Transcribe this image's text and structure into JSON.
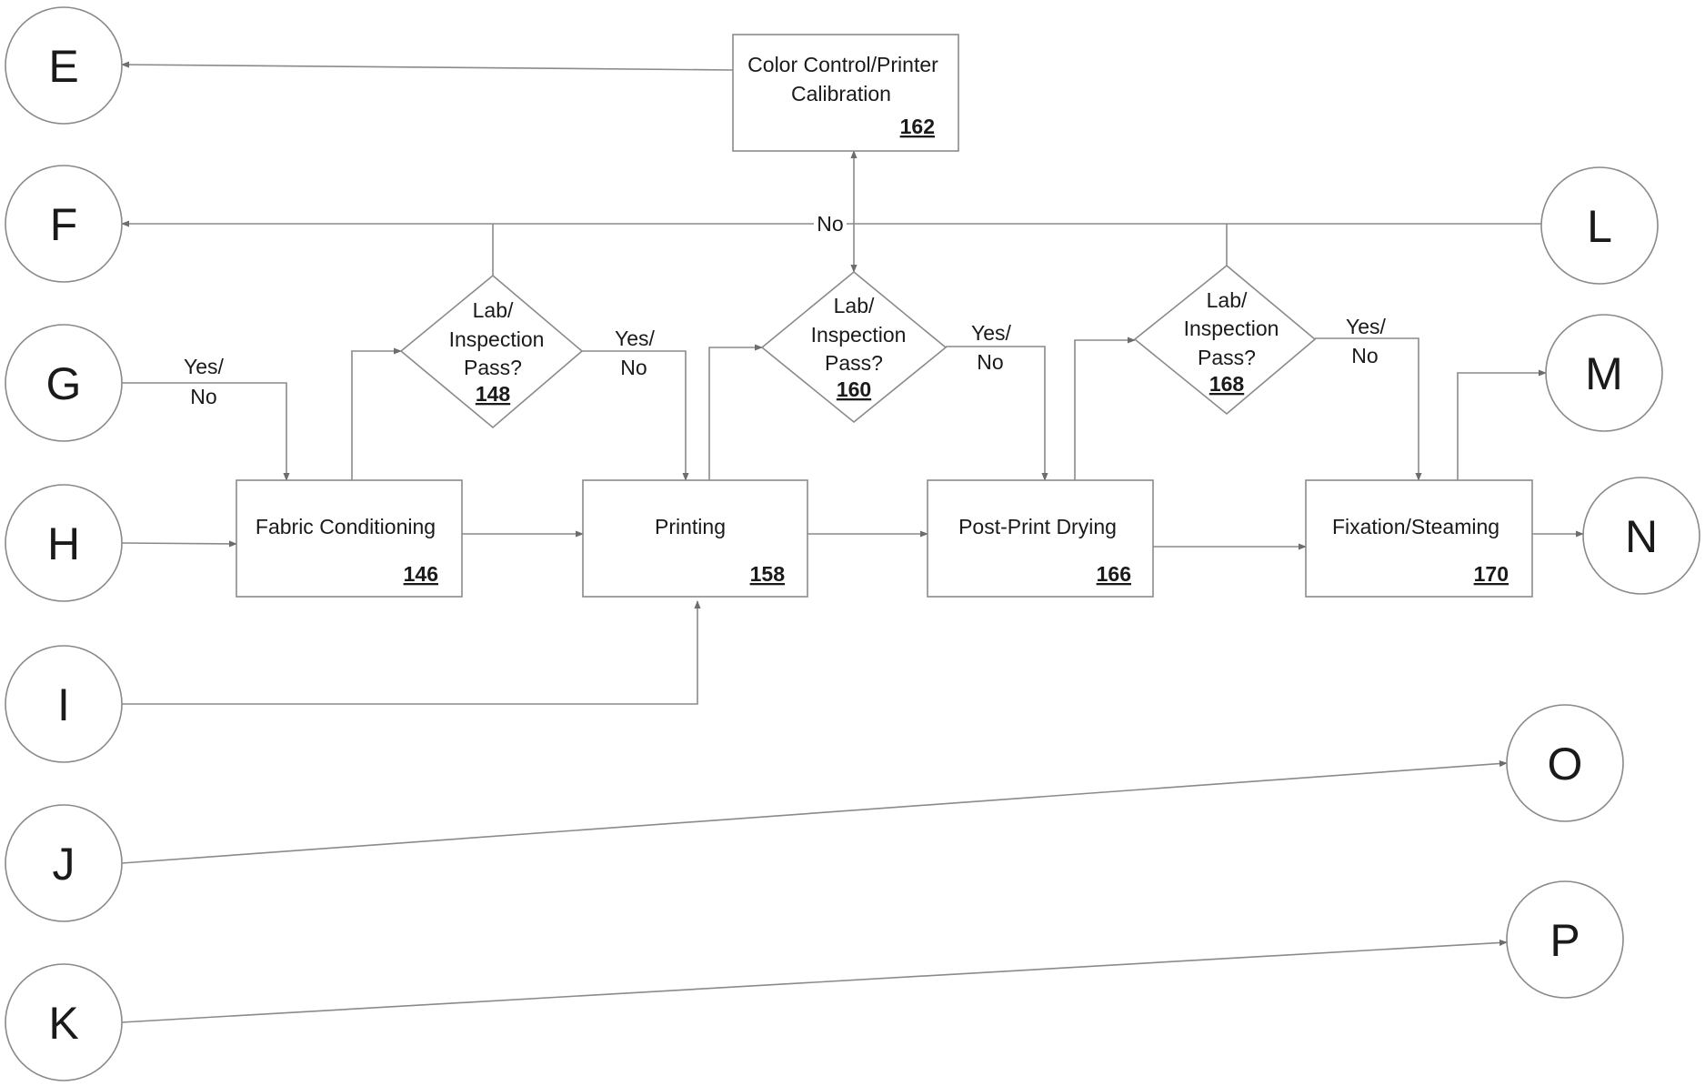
{
  "connectors": {
    "E": "E",
    "F": "F",
    "G": "G",
    "H": "H",
    "I": "I",
    "J": "J",
    "K": "K",
    "L": "L",
    "M": "M",
    "N": "N",
    "O": "O",
    "P": "P"
  },
  "steps": {
    "fabric_conditioning": {
      "label": "Fabric Conditioning",
      "ref": "146"
    },
    "printing": {
      "label": "Printing",
      "ref": "158"
    },
    "post_print_drying": {
      "label": "Post-Print Drying",
      "ref": "166"
    },
    "fixation_steaming": {
      "label": "Fixation/Steaming",
      "ref": "170"
    },
    "color_control": {
      "label_lines": [
        "Color Control/Printer",
        "Calibration"
      ],
      "ref": "162"
    }
  },
  "decisions": {
    "d148": {
      "lines": [
        "Lab/",
        "Inspection",
        "Pass?"
      ],
      "ref": "148"
    },
    "d160": {
      "lines": [
        "Lab/",
        "Inspection",
        "Pass?"
      ],
      "ref": "160"
    },
    "d168": {
      "lines": [
        "Lab/",
        "Inspection",
        "Pass?"
      ],
      "ref": "168"
    }
  },
  "edge_labels": {
    "no": "No",
    "yes_no_g": [
      "Yes/",
      "No"
    ],
    "yes_no_148": [
      "Yes/",
      "No"
    ],
    "yes_no_160": [
      "Yes/",
      "No"
    ],
    "yes_no_168": [
      "Yes/",
      "No"
    ]
  },
  "colors": {
    "stroke": "#8a8a8a",
    "text": "#1a1a1a",
    "background": "#ffffff"
  }
}
